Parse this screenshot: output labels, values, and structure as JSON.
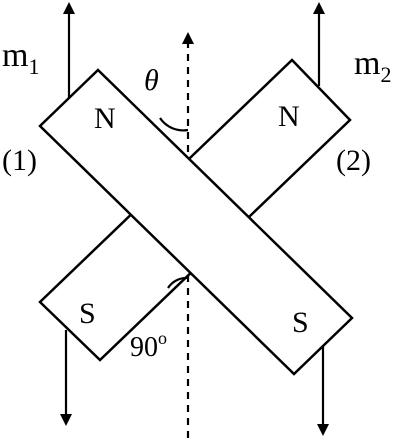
{
  "labels": {
    "m1": "m",
    "m1_sub": "1",
    "m2": "m",
    "m2_sub": "2",
    "magnet1": "(1)",
    "magnet2": "(2)",
    "pole_n1": "N",
    "pole_s1": "S",
    "pole_n2": "N",
    "pole_s2": "S",
    "theta": "θ",
    "right_angle": "90",
    "right_angle_degree": "o"
  },
  "colors": {
    "stroke": "#000000",
    "fill": "#ffffff"
  }
}
